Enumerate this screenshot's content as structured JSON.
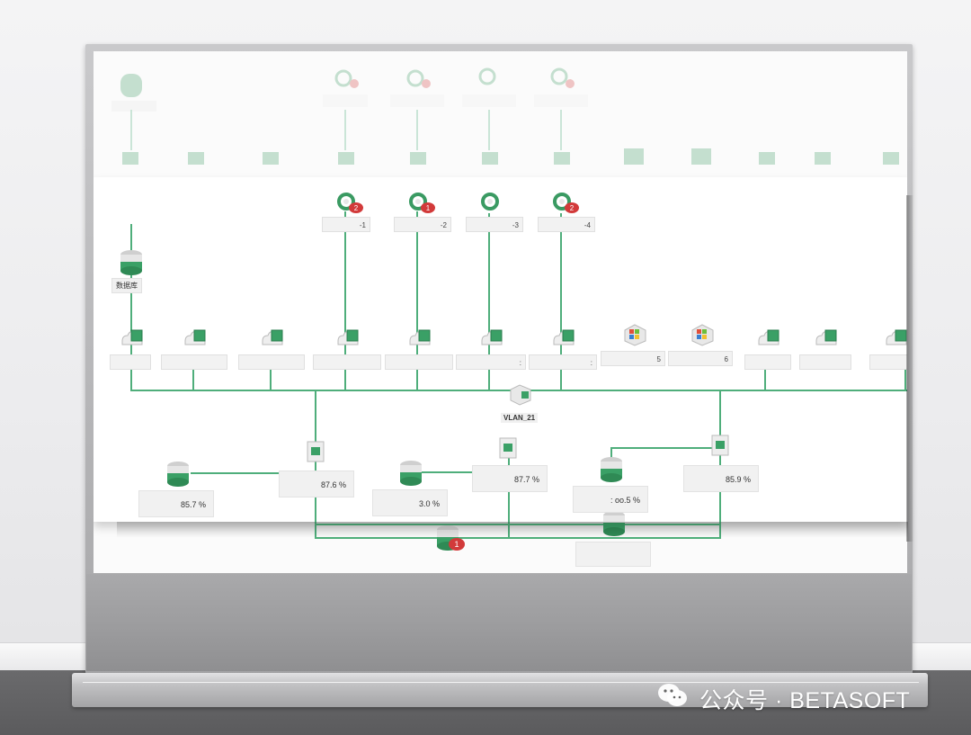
{
  "scene": {
    "watermark": "公众号 · BETASOFT",
    "icon": "wechat-icon"
  },
  "topology": {
    "database_label": "数据库",
    "vlan_label": "VLAN_21",
    "app_nodes": [
      {
        "icon": "app-service-icon",
        "badge": "2",
        "label": "-1"
      },
      {
        "icon": "app-service-icon",
        "badge": "1",
        "label": "-2"
      },
      {
        "icon": "app-service-icon",
        "badge": "",
        "label": "-3"
      },
      {
        "icon": "app-service-icon",
        "badge": "2",
        "label": "-4"
      }
    ],
    "host_labels": [
      "",
      "",
      "",
      "",
      "",
      ":",
      ":",
      "5",
      "6",
      "",
      "",
      ":"
    ],
    "metric_cards": [
      {
        "pct": "85.7 %"
      },
      {
        "pct": "87.6 %"
      },
      {
        "pct": "3.0 %"
      },
      {
        "pct": "87.7 %"
      },
      {
        "pct": ": oo.5 %"
      },
      {
        "pct": "85.9 %"
      }
    ],
    "bottom_db_badge": "1",
    "colors": {
      "accent": "#4fae7b",
      "badge": "#d23a3a"
    }
  }
}
